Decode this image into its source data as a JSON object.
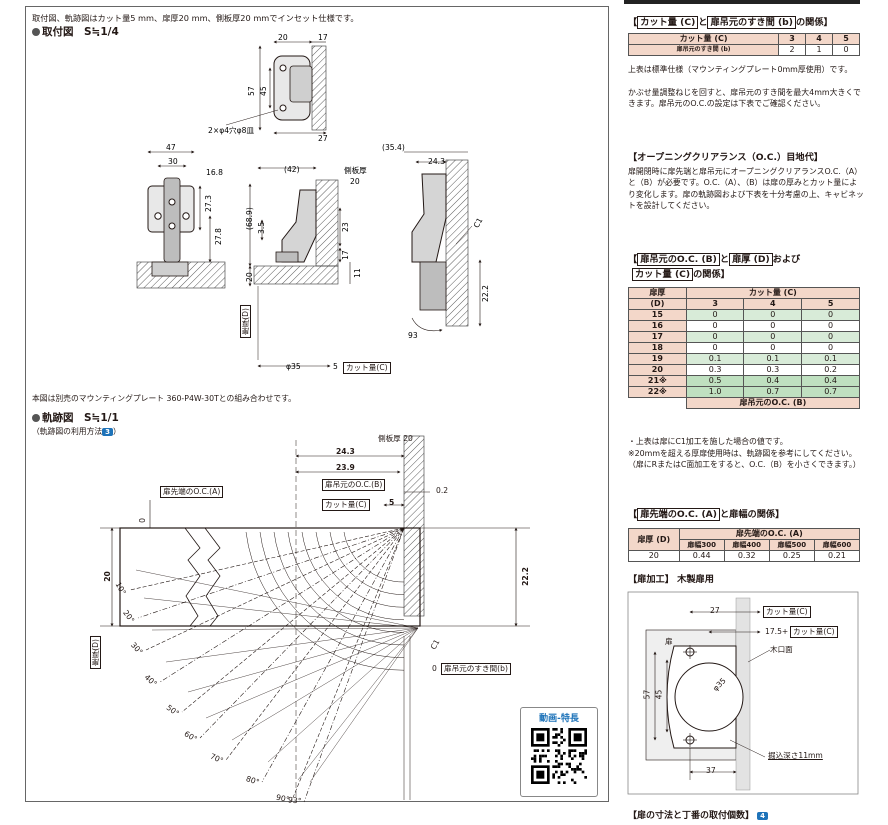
{
  "intro": "取付図、軌跡図はカット量5 mm、扉厚20 mm、側板厚20 mmでインセット仕様です。",
  "section_mount": "取付図　S≒1/4",
  "mount_note": "本図は別売のマウンティングプレート 360-P4W-30Tとの組み合わせです。",
  "section_path": "軌跡図　S≒1/1",
  "path_usage": "（軌跡図の利用方法",
  "path_usage_num": "3",
  "path_usage_close": "）",
  "dims": {
    "d20": "20",
    "d17": "17",
    "d57": "57",
    "d45": "45",
    "d27": "27",
    "holes": "2×φ4穴φ8皿",
    "d47": "47",
    "d30": "30",
    "d168": "16.8",
    "d273": "27.3",
    "d278": "27.8",
    "d42": "(42)",
    "side_thick": "側板厚",
    "side_val": "20",
    "d689": "(68.9)",
    "d35": "3.5",
    "d23": "23",
    "d17b": "17",
    "d11": "11",
    "d20b": "20",
    "door_thick_v": "扉厚(D)",
    "phi35": "φ35",
    "d5": "5",
    "cut_label": "カット量(C)",
    "d354": "(35.4)",
    "d243": "24.3",
    "c1": "C1",
    "d222": "22.2",
    "d93": "93"
  },
  "path": {
    "side_thick": "側板厚 20",
    "d243": "24.3",
    "d239": "23.9",
    "oca_label": "扉先端のO.C.(A)",
    "ocb_label": "扉吊元のO.C.(B)",
    "d02": "0.2",
    "cut_label": "カット量(C)",
    "d5": "5",
    "d0": "0",
    "d20": "20",
    "d222": "22.2",
    "door_thick_v": "扉厚(D)",
    "c1": "C1",
    "gap_label": "扉吊元のすき間(b)",
    "d0b": "0",
    "angles": [
      "10°",
      "20°",
      "30°",
      "40°",
      "50°",
      "60°",
      "70°",
      "80°",
      "90°",
      "93°"
    ]
  },
  "qr": {
    "label": "動画-特長"
  },
  "right": {
    "h1_a": "カット量 (C)",
    "h1_mid": "と",
    "h1_b": "扉吊元のすき間 (b)",
    "h1_end": "の関係",
    "t1": {
      "r1": [
        "カット量 (C)",
        "3",
        "4",
        "5"
      ],
      "r2": [
        "扉吊元のすき間 (b)",
        "2",
        "1",
        "0"
      ]
    },
    "p1": "上表は標準仕様（マウンティングプレート0mm厚使用）です。",
    "p2": "かぶせ量調整ねじを回すと、扉吊元のすき間を最大4mm大きくできます。扉吊元のO.C.の設定は下表でご確認ください。",
    "h2": "【オープニングクリアランス（O.C.）目地代】",
    "p3": "扉開閉時に扉先端と扉吊元にオープニングクリアランスO.C.（A）と（B）が必要です。O.C.（A）、（B）は扉の厚みとカット量により変化します。扉の軌跡図および下表を十分考慮の上、キャビネットを設計してください。",
    "h3_a": "扉吊元のO.C. (B)",
    "h3_mid": "と",
    "h3_b": "扉厚 (D)",
    "h3_end": "および",
    "h3_c": "カット量 (C)",
    "h3_end2": "の関係",
    "t2": {
      "head_a": "扉厚",
      "head_a2": "(D)",
      "head_b": "カット量 (C)",
      "cols": [
        "3",
        "4",
        "5"
      ],
      "rows": [
        [
          "15",
          "0",
          "0",
          "0"
        ],
        [
          "16",
          "0",
          "0",
          "0"
        ],
        [
          "17",
          "0",
          "0",
          "0"
        ],
        [
          "18",
          "0",
          "0",
          "0"
        ],
        [
          "19",
          "0.1",
          "0.1",
          "0.1"
        ],
        [
          "20",
          "0.3",
          "0.3",
          "0.2"
        ],
        [
          "21※",
          "0.5",
          "0.4",
          "0.4"
        ],
        [
          "22※",
          "1.0",
          "0.7",
          "0.7"
        ]
      ],
      "foot": "扉吊元のO.C. (B)"
    },
    "n1": "・上表は扉にC1加工を施した場合の値です。",
    "n2": "※20mmを超える厚扉使用時は、軌跡図を参考にしてください。（扉にRまたはC面加工をすると、O.C.（B）を小さくできます。）",
    "h4_a": "扉先端のO.C. (A)",
    "h4_end": "と扉幅の関係",
    "t3": {
      "head_a": "扉厚 (D)",
      "head_b": "扉先端のO.C. (A)",
      "cols": [
        "扉幅300",
        "扉幅400",
        "扉幅500",
        "扉幅600"
      ],
      "row": [
        "20",
        "0.44",
        "0.32",
        "0.25",
        "0.21"
      ]
    },
    "h5": "【扉加工】 木製扉用",
    "door": {
      "d27": "27",
      "cut1": "カット量(C)",
      "d175": "17.5+",
      "cut2": "カット量(C)",
      "door": "扉",
      "edge": "木口面",
      "d57": "57",
      "d45": "45",
      "phi35": "φ35",
      "depth": "掘込深さ11mm",
      "d37": "37"
    },
    "h6": "【扉の寸法と丁番の取付個数】",
    "h6_num": "4"
  }
}
